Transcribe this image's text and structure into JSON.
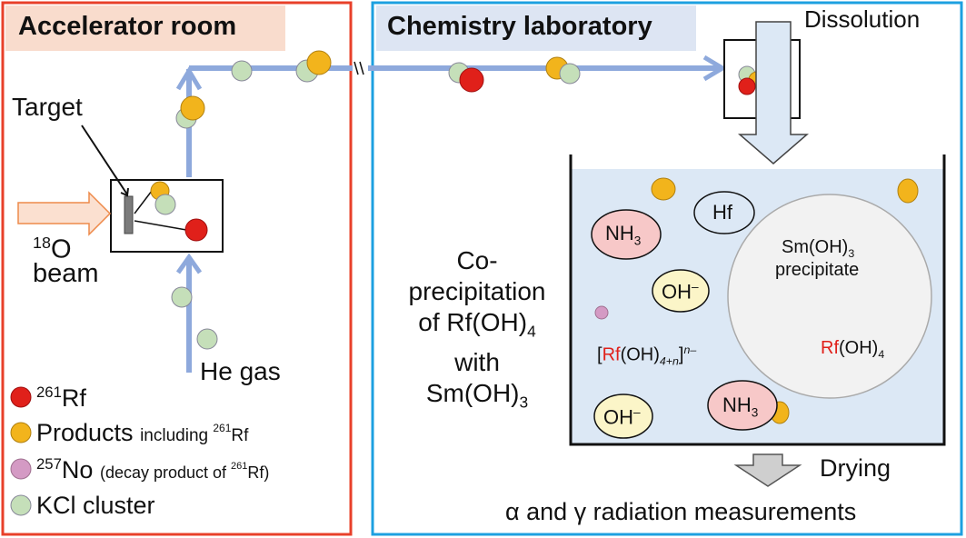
{
  "accelerator": {
    "title": "Accelerator room",
    "target": "Target",
    "beam_mass": "18",
    "beam_el": "O",
    "beam_word": "beam",
    "gas": "He gas"
  },
  "chem": {
    "title": "Chemistry laboratory",
    "dissolution": "Dissolution",
    "drying": "Drying",
    "measure": "α and γ radiation measurements",
    "coprec": [
      "Co-",
      "precipitation",
      "of Rf(OH)",
      "4",
      "with",
      "Sm(OH)",
      "3"
    ],
    "nh3": "NH",
    "sub3": "3",
    "hf": "Hf",
    "oh": "OH",
    "minus": "–",
    "smoh": "Sm(OH)",
    "precip": "precipitate",
    "rf": "Rf",
    "oh4": "(OH)",
    "four": "4",
    "complex_open": "[",
    "complex_mid": "(OH)",
    "complex_sub": "4+n",
    "complex_close": "]",
    "complex_sup": "n–"
  },
  "legend": [
    {
      "mass": "261",
      "label": "Rf",
      "note": "",
      "color": "#e0201a"
    },
    {
      "mass": "",
      "label": "Products",
      "note": "including ",
      "note_mass": "261",
      "note_el": "Rf",
      "color": "#f2b41c"
    },
    {
      "mass": "257",
      "label": "No",
      "note": "(decay product of ",
      "note_mass": "261",
      "note_el": "Rf)",
      "color": "#d49ac4"
    },
    {
      "mass": "",
      "label": "KCl cluster",
      "note": "",
      "color": "#c5dfb9"
    }
  ],
  "colors": {
    "accel_border": "#e8402a",
    "chem_border": "#1da0e0",
    "beamline": "#8ea9dc",
    "liquid": "#dce8f5"
  }
}
